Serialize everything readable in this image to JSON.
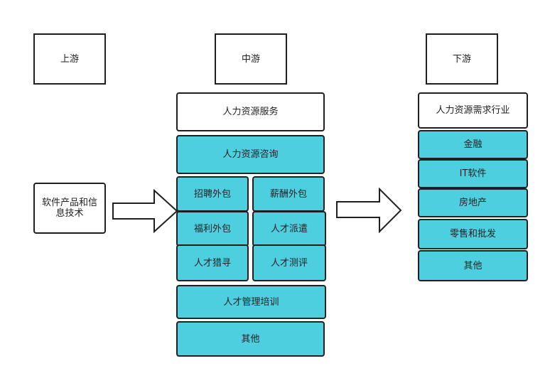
{
  "columns": {
    "upstream": {
      "header": "上游",
      "item": "软件产品和信息技术"
    },
    "midstream": {
      "header": "中游",
      "title": "人力资源服务",
      "consulting": "人力资源咨询",
      "grid": [
        "招聘外包",
        "薪酬外包",
        "福利外包",
        "人才派遣",
        "人才猎寻",
        "人才测评"
      ],
      "training": "人才管理培训",
      "other": "其他"
    },
    "downstream": {
      "header": "下游",
      "title": "人力资源需求行业",
      "items": [
        "金融",
        "IT软件",
        "房地产",
        "零售和批发",
        "其他"
      ]
    }
  },
  "colors": {
    "fill": "#4ecfe0",
    "border": "#1f1f1f"
  }
}
